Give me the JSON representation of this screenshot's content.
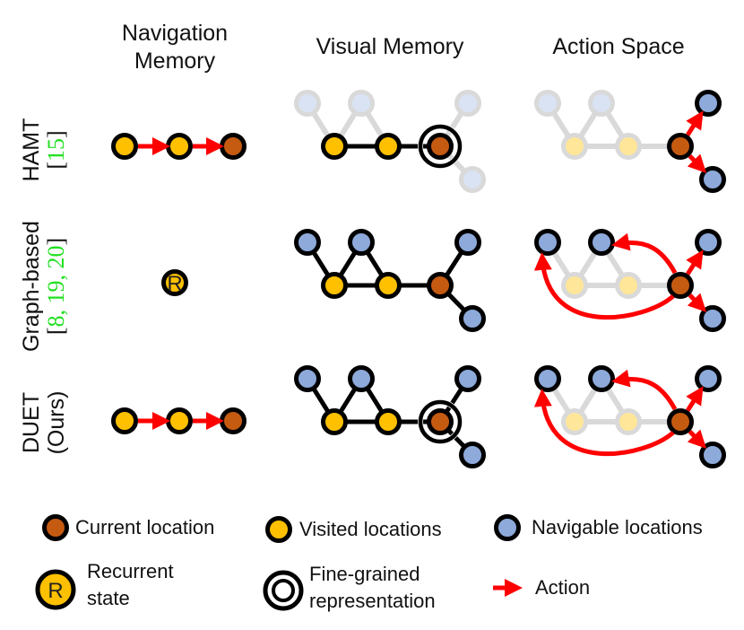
{
  "colors": {
    "current": "#c55a11",
    "visited": "#ffc000",
    "visited_faded": "#ffe699",
    "navigable": "#8eaadb",
    "navigable_faded": "#dae3f3",
    "ghost_stroke": "#d9d9d9",
    "edge": "#000000",
    "action": "#ff0000",
    "citation": "#22e022"
  },
  "columns": [
    {
      "id": "nav",
      "title_line1": "Navigation",
      "title_line2": "Memory"
    },
    {
      "id": "visual",
      "title_line1": "Visual Memory",
      "title_line2": ""
    },
    {
      "id": "action",
      "title_line1": "Action Space",
      "title_line2": ""
    }
  ],
  "rows": [
    {
      "id": "hamt",
      "label": "HAMT",
      "ref_open": "[",
      "ref_nums": "15",
      "ref_close": "]"
    },
    {
      "id": "graph",
      "label": "Graph-based",
      "ref_open": "[",
      "ref_nums": "8, 19, 20",
      "ref_close": "]"
    },
    {
      "id": "duet",
      "label": "DUET",
      "sublabel": "(Ours)"
    }
  ],
  "recurrent_symbol": "R",
  "legend": {
    "current": "Current location",
    "visited": "Visited locations",
    "navigable": "Navigable locations",
    "recurrent_line1": "Recurrent",
    "recurrent_line2": "state",
    "recurrent_symbol": "R",
    "fine_line1": "Fine-grained",
    "fine_line2": "representation",
    "action": "Action"
  },
  "panels": {
    "nav_chain": {
      "nodes": [
        "visited",
        "visited",
        "current"
      ],
      "arrows": 2
    },
    "visual_memory": {
      "hamt": {
        "visible_nodes": [
          "visited",
          "visited",
          "current"
        ],
        "faded_navigable": 4,
        "fine_grained_on_current": true
      },
      "graph": {
        "visible_nodes": [
          "navigable",
          "navigable",
          "visited",
          "visited",
          "current",
          "navigable",
          "navigable"
        ],
        "fine_grained_on_current": false
      },
      "duet": {
        "visible_nodes": [
          "navigable",
          "navigable",
          "visited",
          "visited",
          "current",
          "navigable",
          "navigable"
        ],
        "fine_grained_on_current": true
      }
    },
    "action_space": {
      "hamt": {
        "action_targets": 2,
        "long_range_actions": false
      },
      "graph": {
        "action_targets": 4,
        "long_range_actions": true
      },
      "duet": {
        "action_targets": 4,
        "long_range_actions": true
      }
    }
  }
}
